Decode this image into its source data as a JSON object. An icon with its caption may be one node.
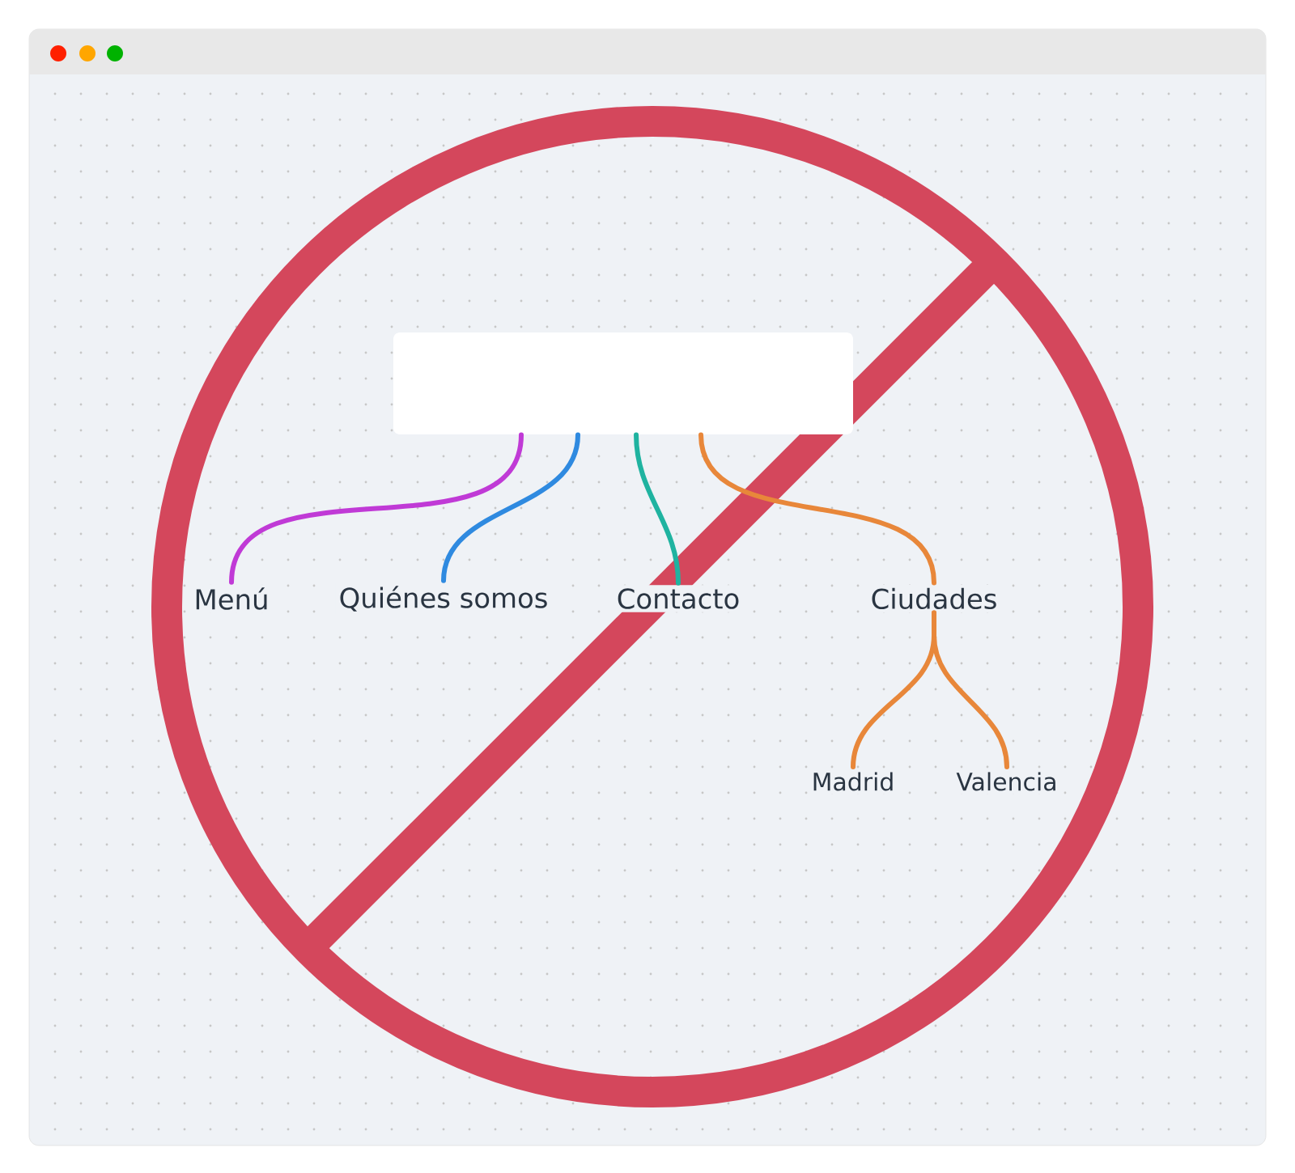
{
  "diagram": {
    "nodes": [
      {
        "text": [],
        "shape": "box"
      },
      {
        "text": [
          "Menú"
        ]
      },
      {
        "text": [
          "Quiénes somos"
        ]
      },
      {
        "text": [
          "Contacto"
        ]
      },
      {
        "text": [
          "Ciudades"
        ]
      },
      {
        "text": [
          "Madrid"
        ]
      },
      {
        "text": [
          "Valencia"
        ]
      }
    ],
    "edges": [
      {
        "from": 0,
        "to": 1,
        "arrow": "none",
        "color": "#c03ad6"
      },
      {
        "from": 0,
        "to": 2,
        "arrow": "none",
        "color": "#2f8ae0"
      },
      {
        "from": 0,
        "to": 3,
        "arrow": "none",
        "color": "#1fb3a0"
      },
      {
        "from": 0,
        "to": 4,
        "arrow": "none"
      },
      {
        "from": 4,
        "to": 5,
        "arrow": "none"
      },
      {
        "from": 4,
        "to": 6,
        "arrow": "none"
      }
    ]
  }
}
